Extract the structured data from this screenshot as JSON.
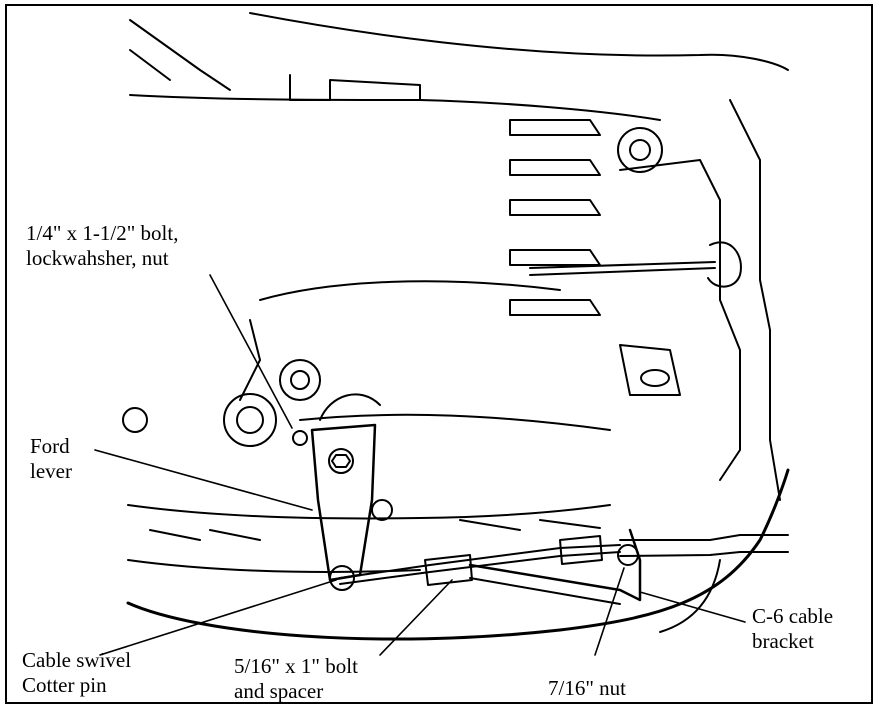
{
  "labels": {
    "bolt_quarter": {
      "line1": "1/4\" x 1-1/2\" bolt,",
      "line2": "lockwahsher, nut"
    },
    "ford_lever": {
      "line1": "Ford",
      "line2": "lever"
    },
    "cable_swivel": {
      "line1": "Cable swivel",
      "line2": "Cotter pin"
    },
    "bolt_5_16": {
      "line1": "5/16\" x 1\" bolt",
      "line2": "and  spacer"
    },
    "nut_7_16": {
      "line1": "7/16\"  nut"
    },
    "cable_bracket": {
      "line1": "C-6  cable",
      "line2": "bracket"
    }
  },
  "colors": {
    "ink": "#000000",
    "paper": "#ffffff"
  }
}
